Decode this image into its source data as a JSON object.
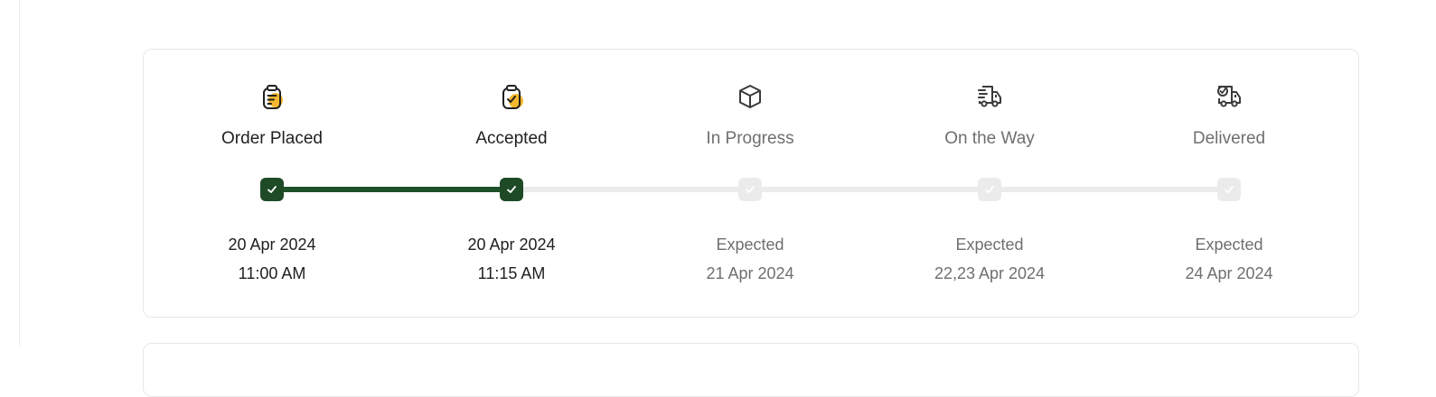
{
  "colors": {
    "accent_dark_green": "#1e4a26",
    "track_done": "#1e5128",
    "track_pending": "#ebebeb",
    "icon_highlight": "#f5b82e"
  },
  "steps": [
    {
      "label": "Order Placed",
      "icon": "clipboard-list-icon",
      "status": "done",
      "line1": "20 Apr 2024",
      "line2": "11:00 AM"
    },
    {
      "label": "Accepted",
      "icon": "clipboard-check-icon",
      "status": "done",
      "line1": "20 Apr 2024",
      "line2": "11:15 AM"
    },
    {
      "label": "In Progress",
      "icon": "box-icon",
      "status": "pending",
      "line1": "Expected",
      "line2": "21 Apr 2024"
    },
    {
      "label": "On the Way",
      "icon": "delivery-truck-icon",
      "status": "pending",
      "line1": "Expected",
      "line2": "22,23 Apr 2024"
    },
    {
      "label": "Delivered",
      "icon": "delivered-truck-icon",
      "status": "pending",
      "line1": "Expected",
      "line2": "24 Apr 2024"
    }
  ]
}
